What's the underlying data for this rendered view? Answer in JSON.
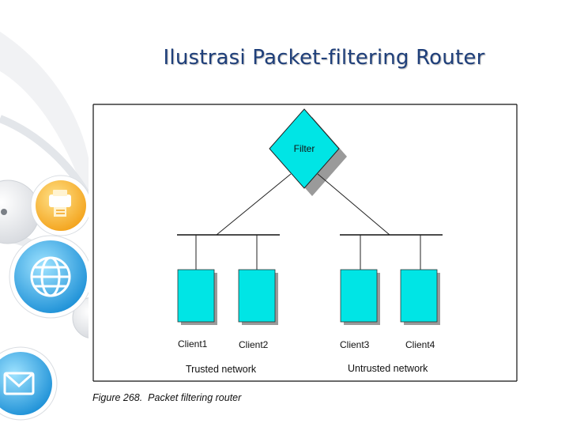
{
  "slide": {
    "title": "Ilustrasi Packet-filtering Router"
  },
  "figure": {
    "filter_label": "Filter",
    "clients": [
      "Client1",
      "Client2",
      "Client3",
      "Client4"
    ],
    "networks": {
      "trusted": "Trusted network",
      "untrusted": "Untrusted network"
    },
    "caption": "Figure 268.  Packet filtering router"
  },
  "colors": {
    "node_fill": "#00e5e5",
    "title": "#1f3f7a",
    "shadow": "#9a9a9a"
  },
  "icons": [
    "printer-icon",
    "globe-icon",
    "mail-icon"
  ]
}
